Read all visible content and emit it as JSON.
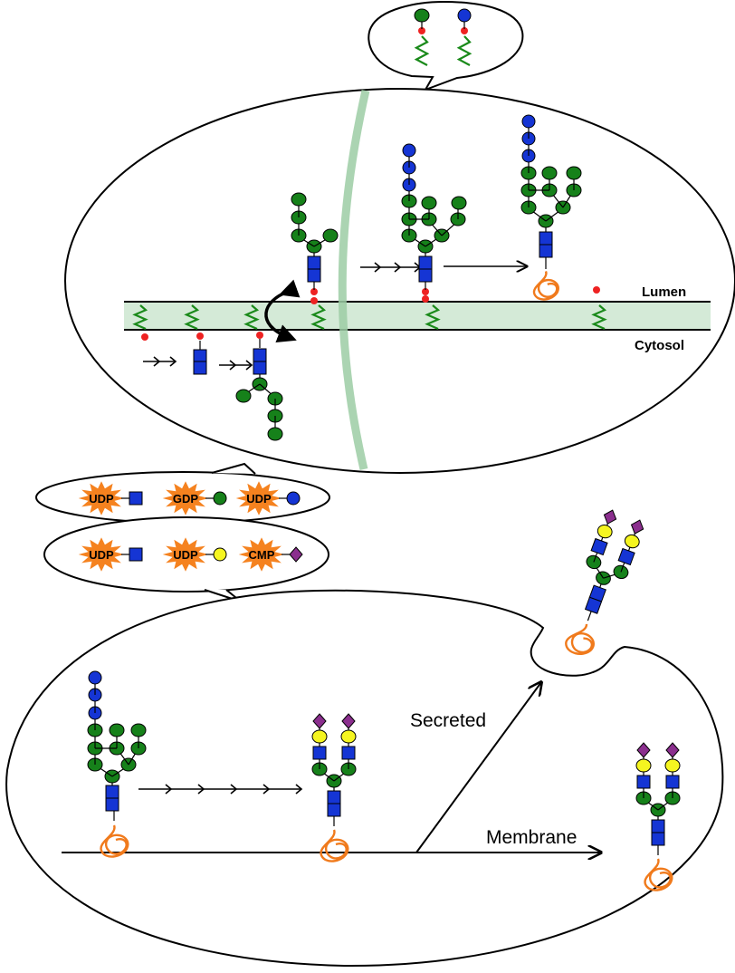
{
  "labels": {
    "lumen": "Lumen",
    "cytosol": "Cytosol",
    "secreted": "Secreted",
    "membrane": "Membrane"
  },
  "donors_row1": [
    {
      "carrier": "UDP",
      "sugar": "GlcNAc",
      "shape": "square",
      "color": "#1535d4"
    },
    {
      "carrier": "GDP",
      "sugar": "Man",
      "shape": "circle",
      "color": "#16811a"
    },
    {
      "carrier": "UDP",
      "sugar": "Glc",
      "shape": "circle",
      "color": "#1535d4"
    }
  ],
  "donors_row2": [
    {
      "carrier": "UDP",
      "sugar": "GlcNAc",
      "shape": "square",
      "color": "#1535d4"
    },
    {
      "carrier": "UDP",
      "sugar": "Gal",
      "shape": "circle",
      "color": "#f5f520"
    },
    {
      "carrier": "CMP",
      "sugar": "Sia",
      "shape": "diamond",
      "color": "#8b2f8e"
    }
  ],
  "colors": {
    "glcnac": "#1535d4",
    "mannose": "#16811a",
    "glucose": "#1535d4",
    "galactose": "#f5f520",
    "sialic_acid": "#8b2f8e",
    "lipid": "#1a8a1a",
    "phosphate": "#ee2222",
    "protein": "#f07a1c",
    "nucleotide": "#f5821f",
    "membrane": "#d4ead7"
  }
}
